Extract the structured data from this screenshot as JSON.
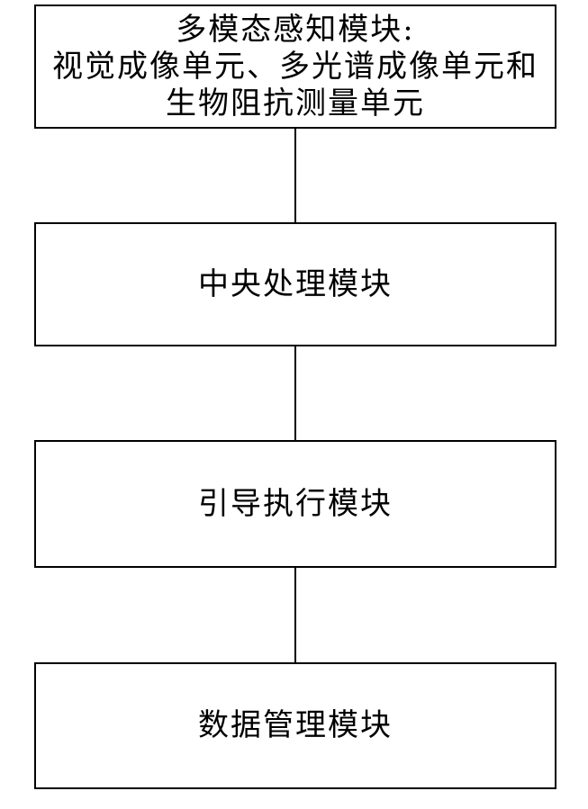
{
  "diagram": {
    "title": "",
    "type": "flowchart",
    "colors": {
      "background": "#ffffff",
      "border": "#000000",
      "text": "#000000"
    },
    "boxes": [
      {
        "id": "multimodal-perception-module",
        "lines": [
          "多模态感知模块:",
          "视觉成像单元、多光谱成像单元和",
          "生物阻抗测量单元"
        ]
      },
      {
        "id": "central-processing-module",
        "lines": [
          "中央处理模块"
        ]
      },
      {
        "id": "guidance-execution-module",
        "lines": [
          "引导执行模块"
        ]
      },
      {
        "id": "data-management-module",
        "lines": [
          "数据管理模块"
        ]
      }
    ],
    "connections": [
      {
        "from": 0,
        "to": 1
      },
      {
        "from": 1,
        "to": 2
      },
      {
        "from": 2,
        "to": 3
      }
    ]
  }
}
